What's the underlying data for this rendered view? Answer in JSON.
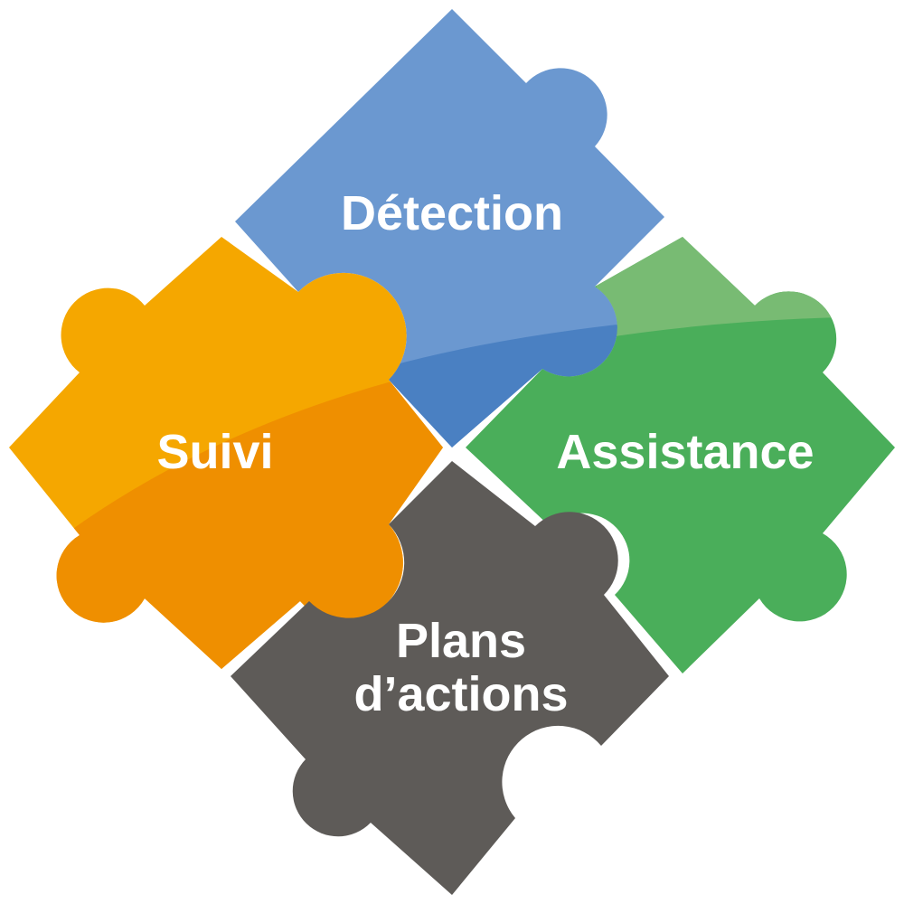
{
  "pieces": {
    "detection": {
      "label": "Détection",
      "color": "#6b98d0",
      "shade": "#4a80c2"
    },
    "assistance": {
      "label": "Assistance",
      "color": "#4aae5a",
      "shade": "#78bb73"
    },
    "suivi": {
      "label": "Suivi",
      "color": "#f5a700",
      "shade": "#ef8f00"
    },
    "plans": {
      "label_line1": "Plans",
      "label_line2": "d’actions",
      "color": "#5e5b58"
    }
  }
}
